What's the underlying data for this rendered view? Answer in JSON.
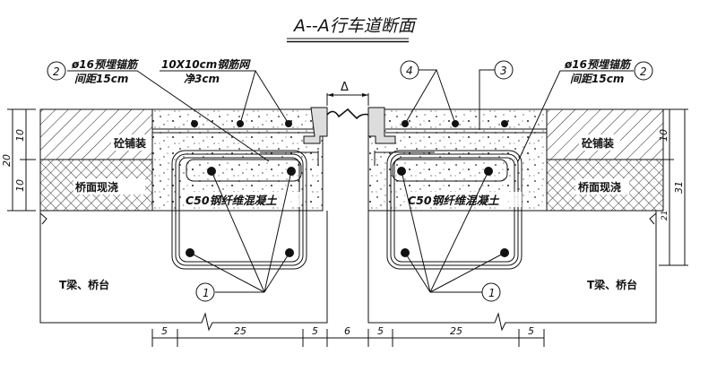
{
  "title": "A--A行车道断面",
  "labels": {
    "anchor_bar_left_line1": "ø16预埋锚筋",
    "anchor_bar_left_line2": "间距15cm",
    "mesh_line1": "10X10cm钢筋网",
    "mesh_line2": "净3cm",
    "anchor_bar_right_line1": "ø16预埋锚筋",
    "anchor_bar_right_line2": "间距15cm",
    "pavement_left": "砼铺装",
    "pavement_right": "砼铺装",
    "deck_left": "桥面现浇",
    "deck_right": "桥面现浇",
    "concrete_left": "C50钢纤维混凝土",
    "concrete_right": "C50钢纤维混凝土",
    "beam_left": "T梁、桥台",
    "beam_right": "T梁、桥台",
    "gap_symbol": "Δ"
  },
  "callouts": {
    "c1_left": "1",
    "c1_right": "1",
    "c2_left": "2",
    "c2_right": "2",
    "c3": "3",
    "c4": "4"
  },
  "dimensions": {
    "bottom": [
      "5",
      "25",
      "5",
      "6",
      "5",
      "25",
      "5"
    ],
    "left_total": "20",
    "left_top": "10",
    "left_bottom": "10",
    "right_top": "10",
    "right_total": "31",
    "right_small": "21"
  }
}
